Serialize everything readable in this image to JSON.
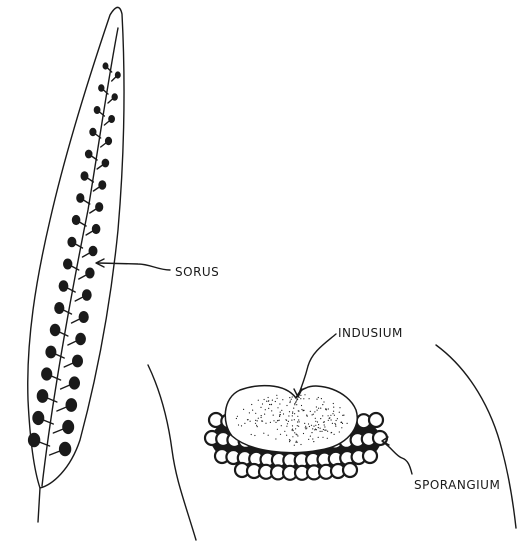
{
  "labels": {
    "sorus": "SORUS",
    "indusium": "INDUSIUM",
    "sporangium": "SPORANGIUM"
  },
  "colors": {
    "ink": "#1a1a1a",
    "background": "#ffffff"
  }
}
